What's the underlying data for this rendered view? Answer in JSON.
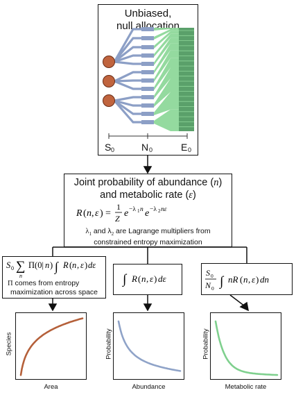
{
  "top_box": {
    "title_line1": "Unbiased,",
    "title_line2": "null allocation",
    "axis_labels": [
      "S",
      "0",
      "N",
      "0",
      "E",
      "0"
    ]
  },
  "joint_box": {
    "title_line1": "Joint probability of abundance (",
    "title_n": "n",
    "title_line1_end": ")",
    "title_line2": "and metabolic rate (",
    "title_eps": "ε",
    "title_line2_end": ")",
    "equation": "R(n, ε) = (1/Z) e^(−λ₁n) e^(−λ₂nε)",
    "note_line1_a": "λ",
    "note_line1_sub1": "1",
    "note_line1_b": " and  λ",
    "note_line1_sub2": "2",
    "note_line1_c": " are Lagrange multipliers from",
    "note_line2": "constrained entropy maximization"
  },
  "left_box": {
    "formula": "S₀ Σₙ Π(0|n) ∫ R(n, ε) dε",
    "note_pi": "Π",
    "note_line1": " comes from entropy",
    "note_line2": "maximization across space"
  },
  "middle_box": {
    "formula": "∫ R(n, ε) dε"
  },
  "right_box": {
    "formula": "(S₀/N₀) ∫ n R(n, ε) dn"
  },
  "plots": [
    {
      "ylabel": "Species",
      "xlabel": "Area",
      "color": "#b5603a",
      "shape": "increasing-saturating"
    },
    {
      "ylabel": "Probability",
      "xlabel": "Abundance",
      "color": "#8fa3c8",
      "shape": "decreasing"
    },
    {
      "ylabel": "Probability",
      "xlabel": "Metabolic rate",
      "color": "#7fd08e",
      "shape": "decreasing-steep"
    }
  ],
  "colors": {
    "species_circle": "#c0643e",
    "individual_bar": "#8c9fc6",
    "energy_fan": "#8fd99a",
    "energy_column": "#5aa06a"
  }
}
